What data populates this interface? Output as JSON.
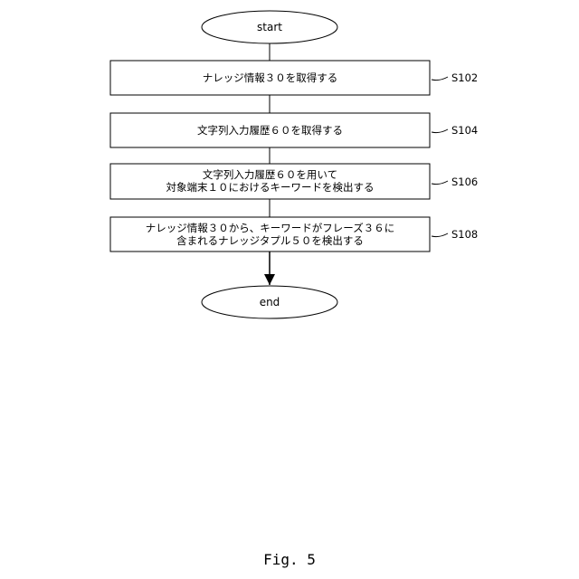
{
  "flowchart": {
    "start": "start",
    "end": "end",
    "steps": [
      {
        "id": "S102",
        "text": "ナレッジ情報３０を取得する"
      },
      {
        "id": "S104",
        "text": "文字列入力履歴６０を取得する"
      },
      {
        "id": "S106",
        "line1": "文字列入力履歴６０を用いて",
        "line2": "対象端末１０におけるキーワードを検出する"
      },
      {
        "id": "S108",
        "line1": "ナレッジ情報３０から、キーワードがフレーズ３６に",
        "line2": "含まれるナレッジタプル５０を検出する"
      }
    ]
  },
  "figure": {
    "caption": "Fig. 5"
  }
}
